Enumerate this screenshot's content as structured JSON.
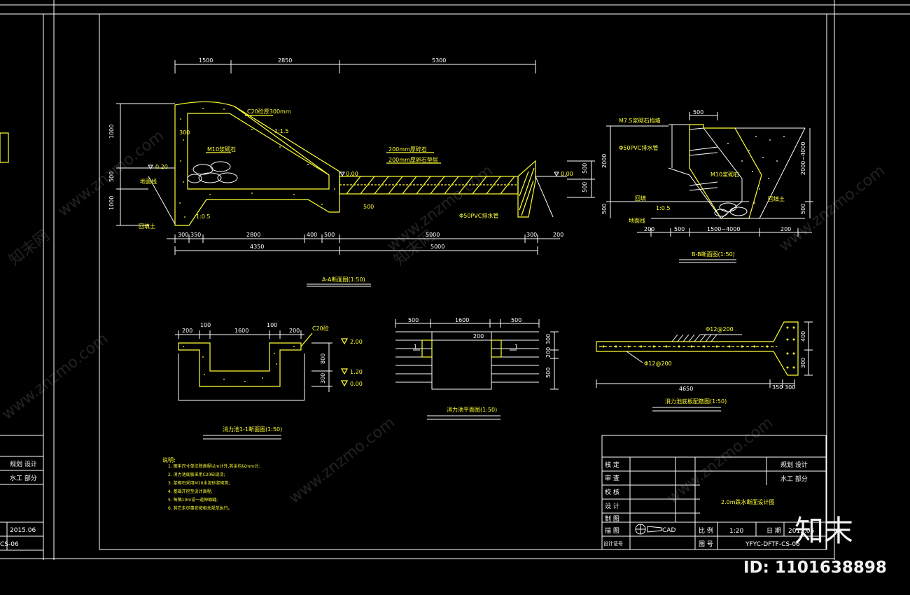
{
  "sections": {
    "aa": {
      "title": "A-A断面图(1:50)",
      "dims_top": [
        "1500",
        "2850",
        "5300"
      ],
      "dims_bottom_1": [
        "300",
        "350",
        "2800",
        "400",
        "500",
        "5000",
        "300",
        "200"
      ],
      "dims_bottom_2": [
        "4350",
        "5000"
      ],
      "dims_left": [
        "1000",
        "500",
        "1000"
      ],
      "dims_right": [
        "500",
        "500"
      ],
      "level_left": "0.20",
      "level_mid": "0.00",
      "level_right": "0.00",
      "callouts": [
        "C20砼厚300mm",
        "M10浆砌石",
        "200mm厚碎石",
        "200mm厚卵石垫层",
        "Φ50PVC排水管",
        "1:1.5",
        "1:0.5",
        "回填土",
        "地面线",
        "300",
        "500"
      ]
    },
    "bb": {
      "title": "B-B断面图(1:50)",
      "dims_top": [
        "500"
      ],
      "dims_bottom": [
        "200",
        "500",
        "1500~4000",
        "200"
      ],
      "dims_left": [
        "2000",
        "500"
      ],
      "dims_right": [
        "2000~4000",
        "500"
      ],
      "callouts": [
        "M7.5浆砌石挡墙",
        "Φ50PVC排水管",
        "M10浆砌石",
        "回填",
        "1:0.5",
        "地面线",
        "回填土"
      ]
    },
    "s11": {
      "title": "消力池1-1断面图(1:50)",
      "dims_top": [
        "200",
        "100",
        "1600",
        "100",
        "200"
      ],
      "dims_right": [
        "800",
        "300"
      ],
      "levels": [
        "2.00",
        "1.20",
        "0.00"
      ],
      "callout": "C20砼"
    },
    "plan": {
      "title": "消力池平面图(1:50)",
      "dims_top": [
        "500",
        "1600",
        "500"
      ],
      "dims_inner": [
        "200"
      ],
      "dims_right": [
        "300",
        "200",
        "500"
      ],
      "marks": [
        "1",
        "1"
      ]
    },
    "rebar": {
      "title": "消力池底板配筋图(1:50)",
      "dims_bottom": [
        "4650",
        "350",
        "300"
      ],
      "dims_right": [
        "400",
        "300"
      ],
      "callouts": [
        "Φ12@200",
        "Φ12@200"
      ]
    }
  },
  "notes": {
    "heading": "说明:",
    "items": [
      "1. 图中尺寸单位除高程以m计外,其余均以mm计;",
      "2. 消力池底板采用C20砼现浇;",
      "3. 浆砌石采用M10水泥砂浆砌筑;",
      "4. 基础开挖至设计高程;",
      "5. 每隔10m设一道伸缩缝;",
      "6. 其它未尽事宜按相关规范执行。"
    ]
  },
  "title_block": {
    "rows_left": [
      "核 定",
      "审 查",
      "校 核",
      "设 计",
      "制 图",
      "描 图",
      "设计证号"
    ],
    "org_line1": "规划 设计",
    "org_line2": "水工 部分",
    "drawing_name": "2.0m跌水断面设计图",
    "scale_label": "比 例",
    "scale_value": "1:20",
    "date_label": "日 期",
    "date_value": "2015.06",
    "number_label": "图 号",
    "number_value": "YFYC-DFTF-CS-06",
    "cad_logo": "CAD"
  },
  "left_sheet": {
    "org_line1": "规划 设计",
    "org_line2": "水工 部分",
    "date": "2015.06",
    "number": "CS-06"
  },
  "watermark": {
    "site": "www.znzmo.com",
    "brand": "知末网",
    "logo": "知末",
    "id": "ID: 1101638898"
  }
}
